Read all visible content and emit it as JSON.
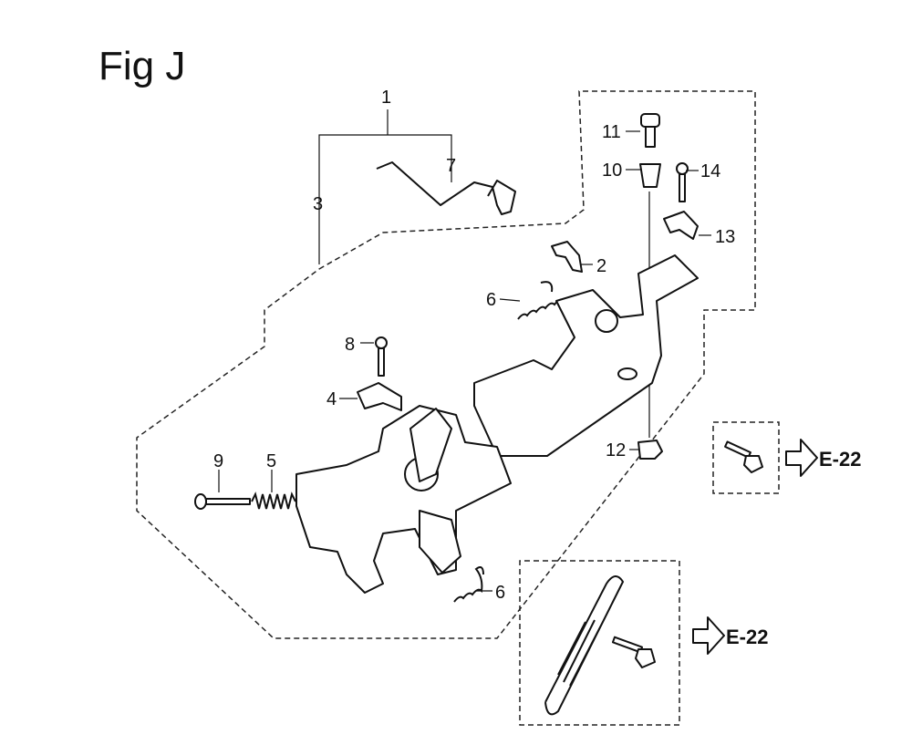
{
  "figure": {
    "title": "Fig J"
  },
  "callouts": {
    "c1": "1",
    "c2": "2",
    "c3": "3",
    "c4": "4",
    "c5": "5",
    "c6a": "6",
    "c6b": "6",
    "c7": "7",
    "c8": "8",
    "c9": "9",
    "c10": "10",
    "c11": "11",
    "c12": "12",
    "c13": "13",
    "c14": "14"
  },
  "references": {
    "ref_a": "E-22",
    "ref_b": "E-22"
  }
}
